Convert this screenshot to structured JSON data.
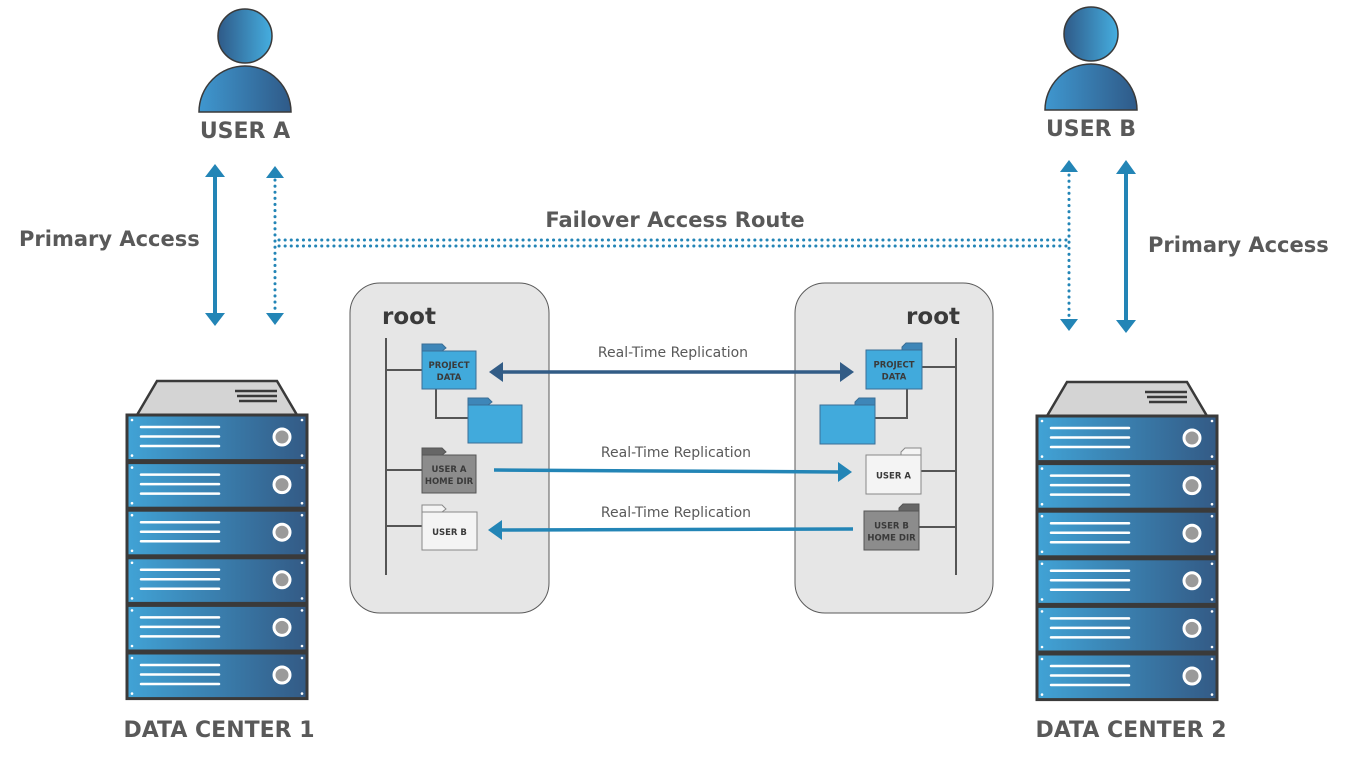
{
  "users": [
    {
      "id": "a",
      "label": "USER A",
      "icon": "user-icon"
    },
    {
      "id": "b",
      "label": "USER B",
      "icon": "user-icon"
    }
  ],
  "access": {
    "primary_left": "Primary Access",
    "primary_right": "Primary Access",
    "failover": "Failover Access Route"
  },
  "data_centers": [
    {
      "label": "DATA CENTER 1",
      "units": 6,
      "icon": "server-icon"
    },
    {
      "label": "DATA CENTER 2",
      "units": 6,
      "icon": "server-icon"
    }
  ],
  "trees": {
    "left": {
      "root_label": "root",
      "folders": [
        {
          "line1": "PROJECT",
          "line2": "DATA",
          "style": "blue"
        },
        {
          "line1": "",
          "line2": "",
          "style": "blue"
        },
        {
          "line1": "USER A",
          "line2": "HOME DIR",
          "style": "dark"
        },
        {
          "line1": "USER B",
          "line2": "",
          "style": "light"
        }
      ]
    },
    "right": {
      "root_label": "root",
      "folders": [
        {
          "line1": "PROJECT",
          "line2": "DATA",
          "style": "blue"
        },
        {
          "line1": "",
          "line2": "",
          "style": "blue"
        },
        {
          "line1": "USER A",
          "line2": "",
          "style": "light"
        },
        {
          "line1": "USER B",
          "line2": "HOME DIR",
          "style": "dark"
        }
      ]
    }
  },
  "replication": [
    {
      "label": "Real-Time Replication",
      "direction": "bidirectional"
    },
    {
      "label": "Real-Time Replication",
      "direction": "left-to-right"
    },
    {
      "label": "Real-Time Replication",
      "direction": "right-to-left"
    }
  ],
  "colors": {
    "primary_blue": "#2385b6",
    "dark_blue": "#325c86",
    "folder_blue": "#41aadc",
    "folder_dark": "#8c8c8c",
    "folder_light": "#f4f4f4",
    "panel_bg": "#e6e6e6",
    "text_gray": "#595959"
  }
}
